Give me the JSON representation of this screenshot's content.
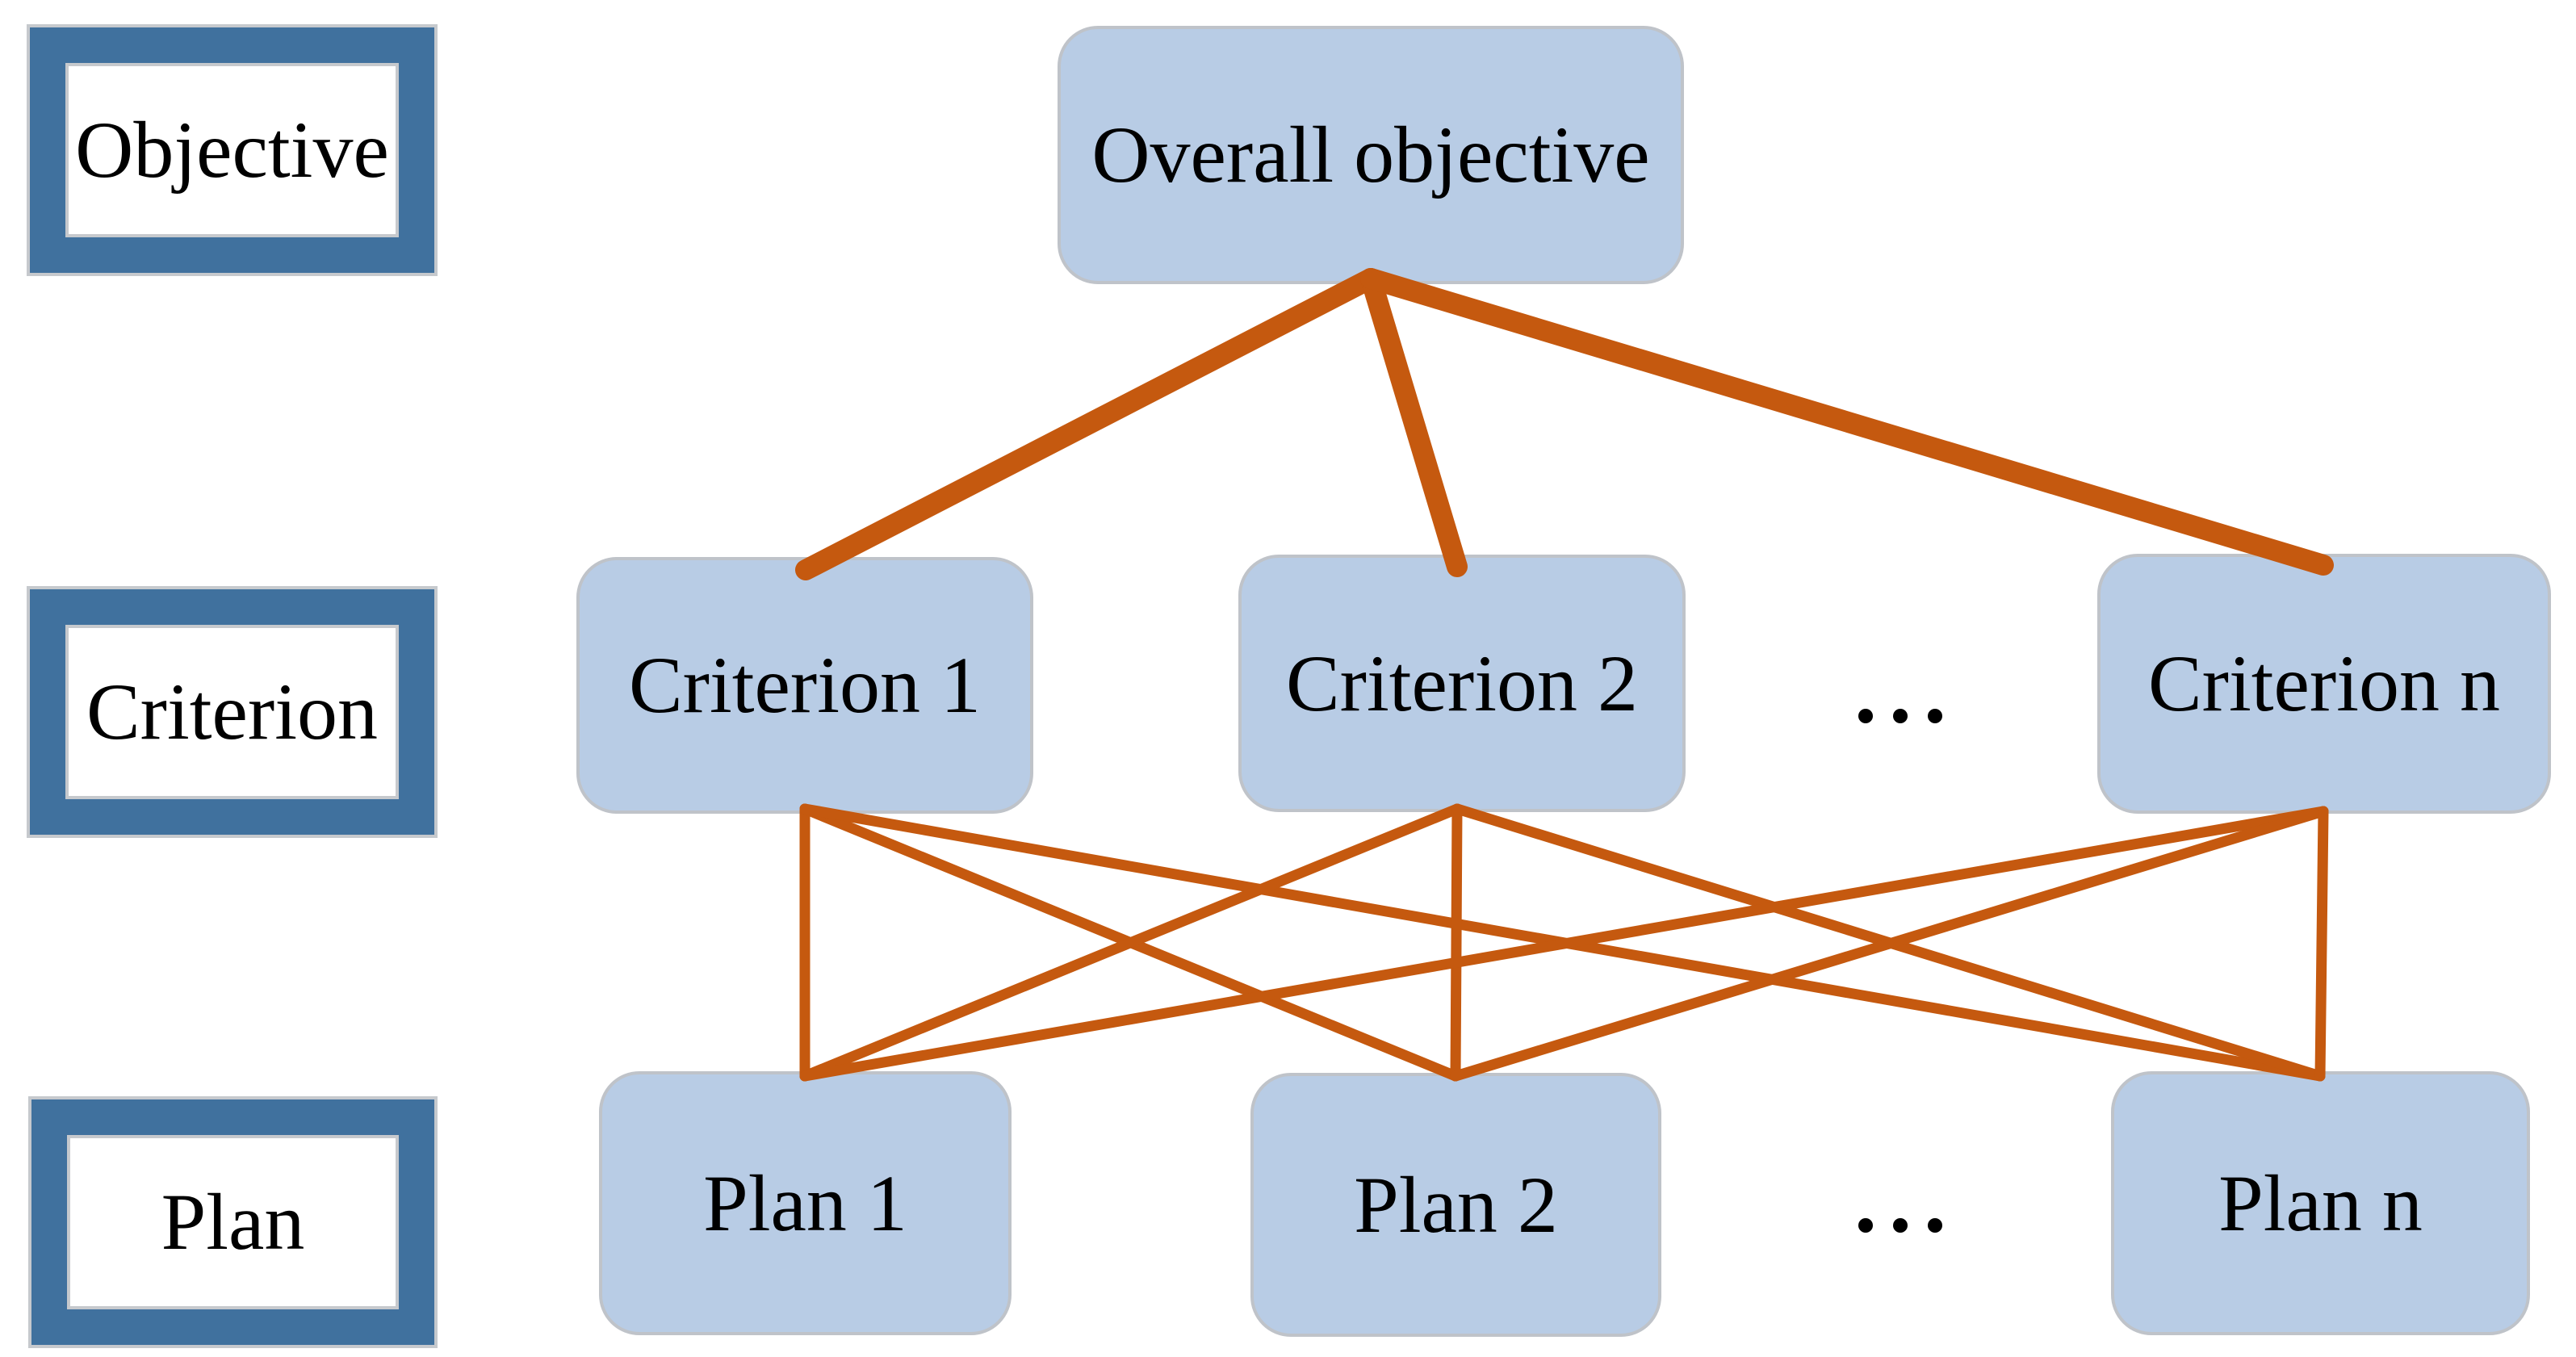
{
  "diagram": {
    "title_semantic": "AHP hierarchy diagram",
    "row_labels": [
      {
        "id": "objective",
        "text": "Objective"
      },
      {
        "id": "criterion",
        "text": "Criterion"
      },
      {
        "id": "plan",
        "text": "Plan"
      }
    ],
    "nodes": [
      {
        "id": "overall",
        "label": "Overall objective",
        "level": "objective"
      },
      {
        "id": "c1",
        "label": "Criterion 1",
        "level": "criterion"
      },
      {
        "id": "c2",
        "label": "Criterion 2",
        "level": "criterion"
      },
      {
        "id": "cn",
        "label": "Criterion n",
        "level": "criterion"
      },
      {
        "id": "p1",
        "label": "Plan 1",
        "level": "plan"
      },
      {
        "id": "p2",
        "label": "Plan 2",
        "level": "plan"
      },
      {
        "id": "pn",
        "label": "Plan n",
        "level": "plan"
      }
    ],
    "edges": {
      "objective_to_criteria": [
        [
          "overall",
          "c1"
        ],
        [
          "overall",
          "c2"
        ],
        [
          "overall",
          "cn"
        ]
      ],
      "criteria_to_plans": [
        [
          "c1",
          "p1"
        ],
        [
          "c1",
          "p2"
        ],
        [
          "c1",
          "pn"
        ],
        [
          "c2",
          "p1"
        ],
        [
          "c2",
          "p2"
        ],
        [
          "c2",
          "pn"
        ],
        [
          "cn",
          "p1"
        ],
        [
          "cn",
          "p2"
        ],
        [
          "cn",
          "pn"
        ]
      ]
    },
    "ellipsis": {
      "criterion_row_dots": 3,
      "plan_row_dots": 3
    },
    "colors": {
      "node_fill": "#b8cce5",
      "node_border": "#bfc3c9",
      "frame_blue": "#40719e",
      "frame_edge": "#c6c9cd",
      "connector_orange": "#c5590f",
      "text": "#000000"
    }
  }
}
